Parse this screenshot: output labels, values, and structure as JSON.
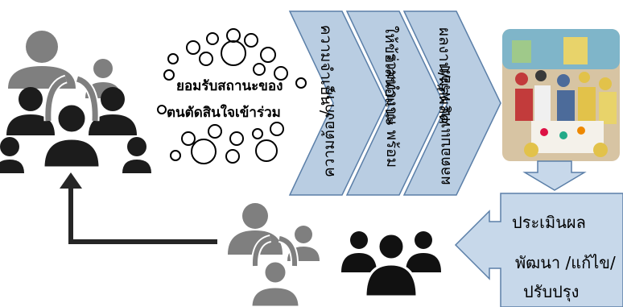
{
  "colors": {
    "icon_dark": "#1c1c1c",
    "icon_gray": "#7f7f7f",
    "chevron_fill": "#b9cde2",
    "chevron_stroke": "#5b7fa8",
    "arrow_fill": "#c7d8ea",
    "connector": "#262626",
    "photo_bg": "#d7c4a3"
  },
  "acceptance": {
    "line1": "ยอมรับสถานะของ",
    "line2": "ตนตัดสินใจเข้าร่วม"
  },
  "steps": [
    {
      "line1": "ความต้องการ",
      "line2": "ความจำเป็น /"
    },
    {
      "line1": "ร่วมทำงาน พร้อม",
      "line2": "ให้ข้อเสนอแนะ"
    },
    {
      "line1": "ผลตอบแทน พร้อม",
      "line2": "ผลงาน/ผลผลิต"
    }
  ],
  "evaluation": {
    "title": "ประเมินผล",
    "line2": "พัฒนา /แก้ไข/",
    "line3": "ปรับปรุง"
  }
}
